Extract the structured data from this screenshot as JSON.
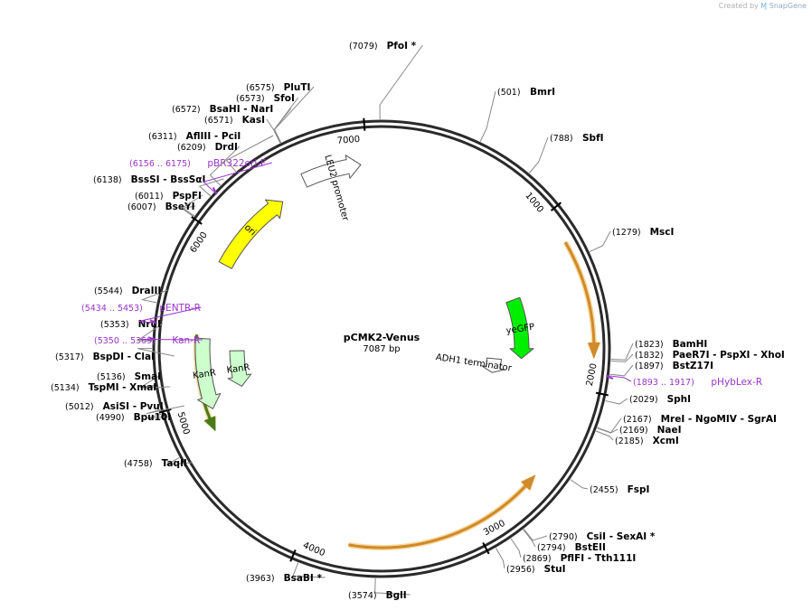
{
  "credit": {
    "prefix": "Created by",
    "brand": "SnapGene"
  },
  "plasmid": {
    "name": "pCMK2-Venus",
    "size_label": "7087 bp",
    "length": 7087
  },
  "ticks": [
    {
      "pos": 1000,
      "label": "1000"
    },
    {
      "pos": 2000,
      "label": "2000"
    },
    {
      "pos": 3000,
      "label": "3000"
    },
    {
      "pos": 4000,
      "label": "4000"
    },
    {
      "pos": 5000,
      "label": "5000"
    },
    {
      "pos": 6000,
      "label": "6000"
    },
    {
      "pos": 7000,
      "label": "7000"
    }
  ],
  "features": [
    {
      "name": "LEU2 promoter",
      "start": 6600,
      "end": 6960,
      "color": "#ffffff",
      "direction": "forward"
    },
    {
      "name": "ori",
      "start": 5870,
      "end": 6420,
      "color": "#ffff00",
      "direction": "forward"
    },
    {
      "name": "yeGFP",
      "start": 1370,
      "end": 1850,
      "color": "#00ee00",
      "direction": "forward"
    },
    {
      "name": "ADH1 terminator",
      "start": 1870,
      "end": 2010,
      "color": "#ffffff",
      "direction": "forward"
    },
    {
      "name": "KanR",
      "start": 4930,
      "end": 5380,
      "color": "#ccffcc",
      "direction": "reverse"
    },
    {
      "name": "KanR",
      "start": 5020,
      "end": 5300,
      "color": "#ccffcc",
      "direction": "reverse"
    }
  ],
  "orfs": [
    {
      "start": 1180,
      "end": 1820,
      "color": "#d08a2a",
      "direction": "forward"
    },
    {
      "start": 2550,
      "end": 3730,
      "color": "#d08a2a",
      "direction": "reverse"
    },
    {
      "start": 4800,
      "end": 5400,
      "color": "#4a7a1a",
      "direction": "reverse"
    }
  ],
  "sites": [
    {
      "text": "PfoI *",
      "pos": "(7079)"
    },
    {
      "text": "BmrI",
      "pos": "(501)"
    },
    {
      "text": "SbfI",
      "pos": "(788)"
    },
    {
      "text": "MscI",
      "pos": "(1279)"
    },
    {
      "text": "BamHI",
      "pos": "(1823)"
    },
    {
      "text": "PaeR7I   - PspXI   - XhoI",
      "pos": "(1832)"
    },
    {
      "text": "BstZ17I",
      "pos": "(1897)"
    },
    {
      "text": "pHybLex-R",
      "pos": "(1893 .. 1917)",
      "primer": true
    },
    {
      "text": "SphI",
      "pos": "(2029)"
    },
    {
      "text": "MreI   - NgoMIV   - SgrAI",
      "pos": "(2167)"
    },
    {
      "text": "NaeI",
      "pos": "(2169)"
    },
    {
      "text": "XcmI",
      "pos": "(2185)"
    },
    {
      "text": "FspI",
      "pos": "(2455)"
    },
    {
      "text": "CsiI   - SexAI *",
      "pos": "(2790)"
    },
    {
      "text": "BstEII",
      "pos": "(2794)"
    },
    {
      "text": "PflFI   - Tth111I",
      "pos": "(2869)"
    },
    {
      "text": "StuI",
      "pos": "(2956)"
    },
    {
      "text": "BglI",
      "pos": "(3574)"
    },
    {
      "text": "BsaBI *",
      "pos": "(3963)"
    },
    {
      "text": "TaqII",
      "pos": "(4758)"
    },
    {
      "text": "AsiSI   - PvuI",
      "pos": "(5012)"
    },
    {
      "text": "Bpu10I",
      "pos": "(4990)"
    },
    {
      "text": "SmaI",
      "pos": "(5136)"
    },
    {
      "text": "TspMI   - XmaI",
      "pos": "(5134)"
    },
    {
      "text": "BspDI   - ClaI",
      "pos": "(5317)"
    },
    {
      "text": "Kan-R",
      "pos": "(5350 .. 5369)",
      "primer": true
    },
    {
      "text": "NruI",
      "pos": "(5353)"
    },
    {
      "text": "pENTR-R",
      "pos": "(5434 .. 5453)",
      "primer": true
    },
    {
      "text": "DraIII",
      "pos": "(5544)"
    },
    {
      "text": "BseYI",
      "pos": "(6007)"
    },
    {
      "text": "PspFI",
      "pos": "(6011)"
    },
    {
      "text": "BssSI   - BssSαI",
      "pos": "(6138)"
    },
    {
      "text": "pBR322ori-F",
      "pos": "(6156 .. 6175)",
      "primer": true
    },
    {
      "text": "DrdI",
      "pos": "(6209)"
    },
    {
      "text": "AflIII   - PciI",
      "pos": "(6311)"
    },
    {
      "text": "KasI",
      "pos": "(6571)"
    },
    {
      "text": "BsaHI   - NarI",
      "pos": "(6572)"
    },
    {
      "text": "SfoI",
      "pos": "(6573)"
    },
    {
      "text": "PluTI",
      "pos": "(6575)"
    }
  ],
  "colors": {
    "backbone": "#2a2a2a",
    "primer": "#9933cc",
    "text": "#000000"
  }
}
